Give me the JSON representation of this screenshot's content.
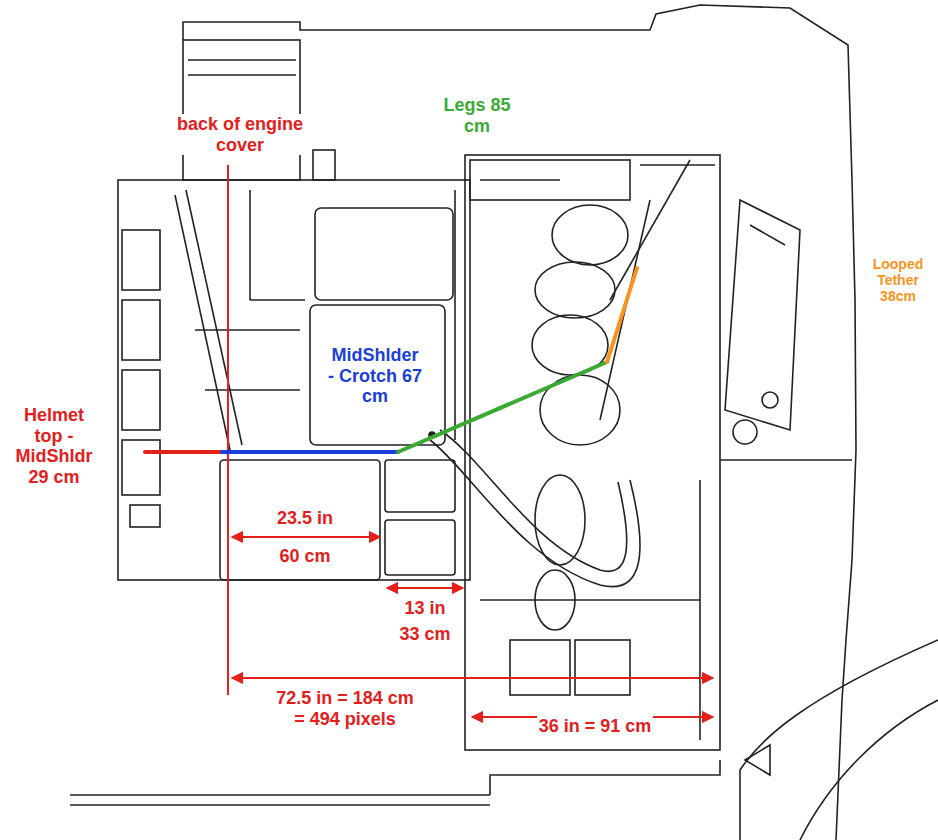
{
  "diagram": {
    "labels": [
      "Legs 85 cm",
      "back of engine cover",
      "Looped Tether 38cm",
      "MidShlder - Crotch 67 cm",
      "Helmet top - MidShldr 29 cm",
      "23.5 in",
      "60 cm",
      "13 in",
      "33 cm",
      "72.5 in = 184 cm = 494 pixels",
      "36 in = 91 cm"
    ]
  }
}
